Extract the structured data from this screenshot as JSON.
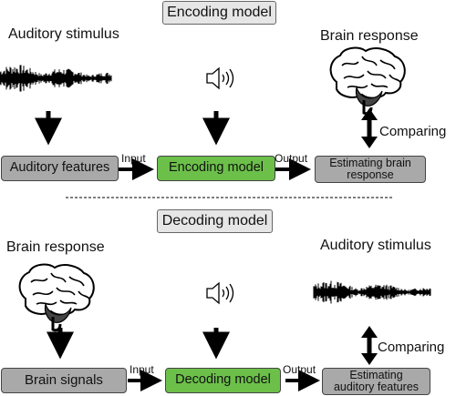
{
  "encoding": {
    "title": "Encoding model",
    "left_heading": "Auditory stimulus",
    "right_heading": "Brain response",
    "features_box": "Auditory features",
    "model_box": "Encoding model",
    "result_box": [
      "Estimating brain",
      "response"
    ],
    "input_label": "Input",
    "output_label": "Output",
    "compare_label": "Comparing"
  },
  "decoding": {
    "title": "Decoding model",
    "left_heading": "Brain response",
    "right_heading": "Auditory stimulus",
    "signals_box": "Brain signals",
    "model_box": "Decoding model",
    "result_box": [
      "Estimating",
      "auditory features"
    ],
    "input_label": "Input",
    "output_label": "Output",
    "compare_label": "Comparing"
  },
  "icons": [
    "waveform-icon",
    "speaker-icon",
    "brain-icon"
  ],
  "colors": {
    "model_box": "#6cc04a",
    "data_box": "#a9a9a9",
    "title_box": "#e6e6e6"
  }
}
